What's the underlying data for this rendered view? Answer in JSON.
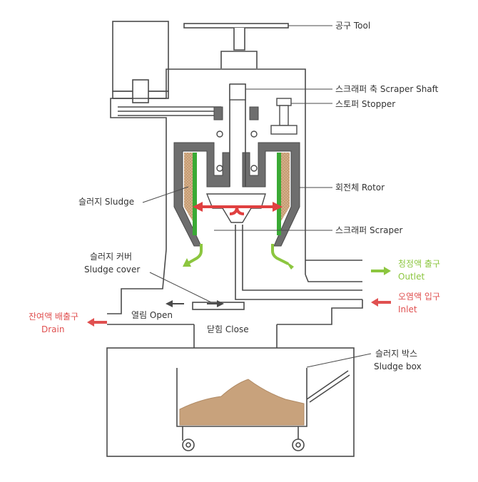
{
  "labels": {
    "tool": "공구 Tool",
    "scraper_shaft": "스크래퍼 축 Scraper Shaft",
    "stopper": "스토퍼 Stopper",
    "rotor": "회전체 Rotor",
    "sludge": "슬러지 Sludge",
    "scraper": "스크래퍼 Scraper",
    "sludge_cover_ko": "슬러지 커버",
    "sludge_cover_en": "Sludge cover",
    "outlet_ko": "청정액 출구",
    "outlet_en": "Outlet",
    "inlet_ko": "오염액 입구",
    "inlet_en": "Inlet",
    "drain_ko": "잔여액 배출구",
    "drain_en": "Drain",
    "open": "열림 Open",
    "close": "닫힘 Close",
    "sludge_box_ko": "슬러지 박스",
    "sludge_box_en": "Sludge box"
  },
  "colors": {
    "line": "#4a4a4a",
    "outlet_green": "#8cc63f",
    "inlet_red": "#e05050",
    "sludge_fill": "#c8a27c",
    "rotor_gray": "#6e6e6e",
    "rotor_green": "#3aaa35",
    "flow_red": "#e04040"
  }
}
